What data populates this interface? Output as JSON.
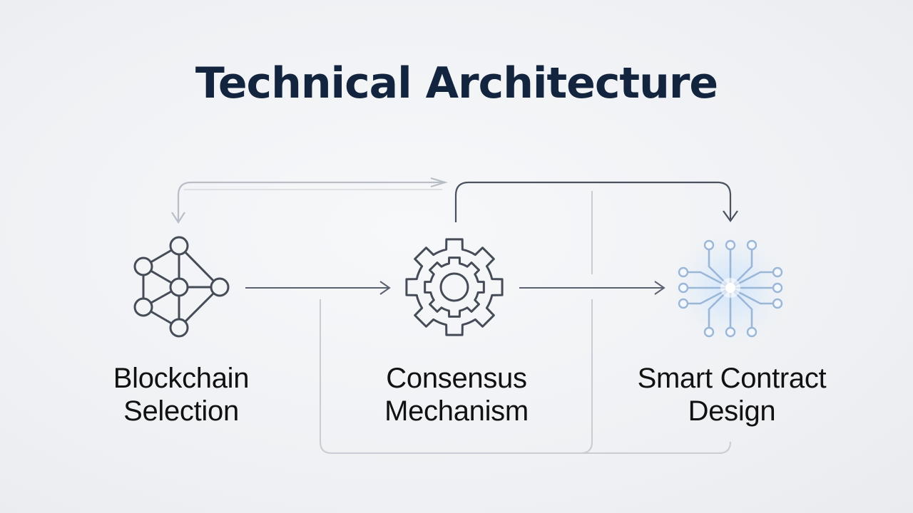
{
  "title": "Technical Architecture",
  "steps": [
    {
      "line1": "Blockchain",
      "line2": "Selection",
      "icon": "network-nodes-icon"
    },
    {
      "line1": "Consensus",
      "line2": "Mechanism",
      "icon": "gear-icon"
    },
    {
      "line1": "Smart Contract",
      "line2": "Design",
      "icon": "circuit-chip-icon"
    }
  ],
  "colors": {
    "title": "#13243f",
    "icon_stroke": "#454c57",
    "arrow": "#5a6270",
    "connector_light": "#c6cad1",
    "glow": "#9fc6f2"
  }
}
